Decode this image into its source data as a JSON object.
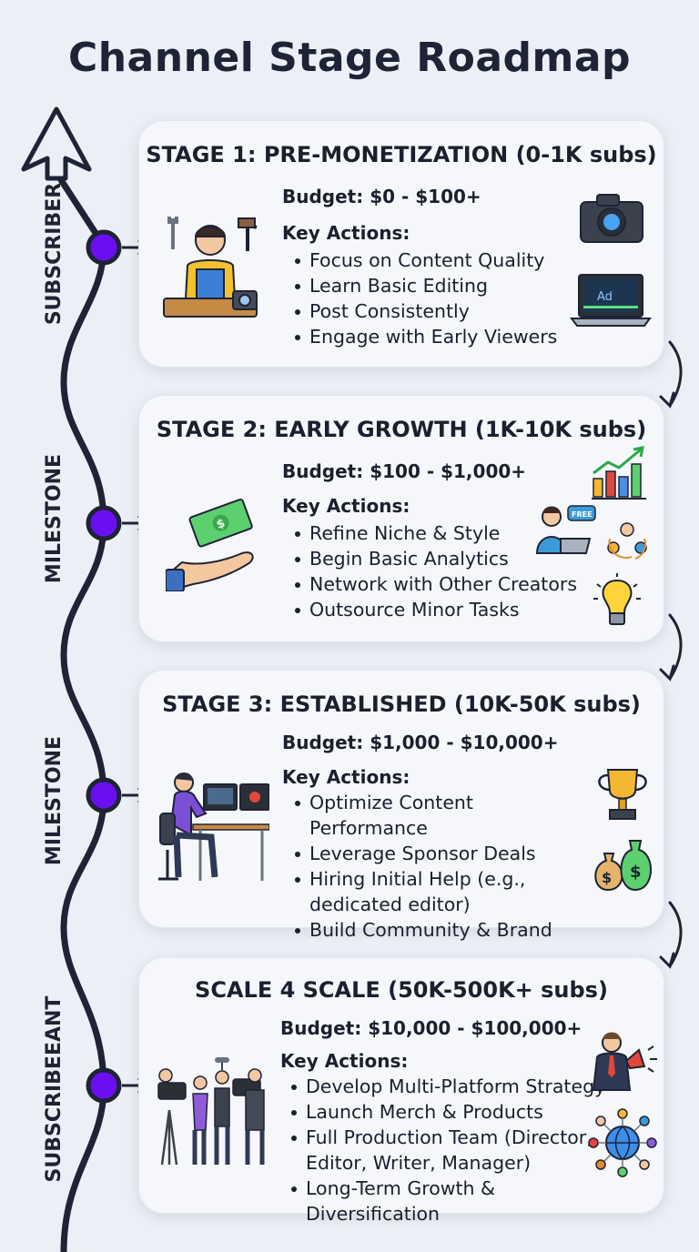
{
  "title": "Channel  Stage Roadmap",
  "side_labels": [
    "SUBSCRIBER",
    "MILESTONE",
    "MILESTONE",
    "SUBSCRIBEEANT"
  ],
  "colors": {
    "node": "#6a0ff0",
    "line": "#1e2335",
    "card": "#f6f7fb",
    "background": "#eceff5"
  },
  "stages": [
    {
      "title": "STAGE 1: PRE-MONETIZATION (0-1K subs)",
      "budget": "Budget: $0 - $100+",
      "key_actions_label": "Key Actions:",
      "actions": [
        "Focus on Content Quality",
        "Learn Basic Editing",
        "Post Consistently",
        "Engage with Early Viewers"
      ],
      "icons": [
        "worker-with-tools-icon",
        "camera-icon",
        "laptop-ad-icon"
      ]
    },
    {
      "title": "STAGE 2: EARLY GROWTH (1K-10K subs)",
      "budget": "Budget: $100 - $1,000+",
      "key_actions_label": "Key Actions:",
      "actions": [
        "Refine Niche & Style",
        "Begin Basic Analytics",
        "Network with Other Creators",
        "Outsource Minor Tasks"
      ],
      "icons": [
        "hand-money-icon",
        "growth-chart-icon",
        "freelancer-icon",
        "network-icon",
        "lightbulb-icon"
      ],
      "badge": "FREE"
    },
    {
      "title": "STAGE 3: ESTABLISHED (10K-50K subs)",
      "budget": "Budget: $1,000 - $10,000+",
      "key_actions_label": "Key Actions:",
      "actions": [
        "Optimize Content Performance",
        "Leverage Sponsor Deals",
        "Hiring Initial Help (e.g., dedicated editor)",
        "Build Community & Brand"
      ],
      "icons": [
        "editor-desk-icon",
        "trophy-icon",
        "money-bags-icon"
      ]
    },
    {
      "title": "SCALE 4 SCALE (50K-500K+ subs)",
      "budget": "Budget: $10,000 - $100,000+",
      "key_actions_label": "Key Actions:",
      "actions": [
        "Develop Multi-Platform Strategy",
        "Launch Merch & Products",
        "Full Production Team (Director, Editor, Writer, Manager)",
        "Long-Term Growth & Diversification"
      ],
      "icons": [
        "production-crew-icon",
        "megaphone-man-icon",
        "global-network-icon"
      ]
    }
  ]
}
